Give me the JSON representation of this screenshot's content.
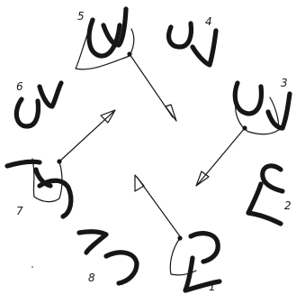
{
  "positions": [
    {
      "id": "p1",
      "label": "1",
      "connector": true
    },
    {
      "id": "p2",
      "label": "2",
      "connector": false
    },
    {
      "id": "p3",
      "label": "3",
      "connector": true
    },
    {
      "id": "p4",
      "label": "4",
      "connector": false
    },
    {
      "id": "p5",
      "label": "5",
      "connector": true
    },
    {
      "id": "p6",
      "label": "6",
      "connector": false
    },
    {
      "id": "p7",
      "label": "7",
      "connector": true
    },
    {
      "id": "p8",
      "label": "8",
      "connector": false
    }
  ],
  "arrows": [
    {
      "from": "p5",
      "direction": "toward-center"
    },
    {
      "from": "p3",
      "direction": "toward-center"
    },
    {
      "from": "p1",
      "direction": "toward-center"
    },
    {
      "from": "p7",
      "direction": "toward-center"
    }
  ],
  "colors": {
    "ink": "#161616",
    "background": "#ffffff"
  }
}
